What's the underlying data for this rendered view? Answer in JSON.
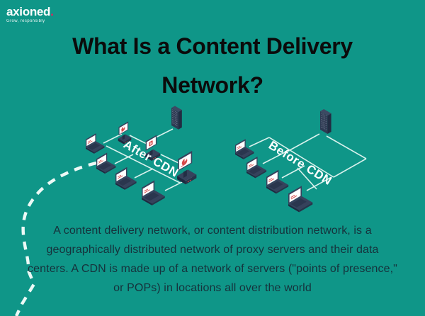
{
  "brand": {
    "name": "axioned",
    "dot": ".",
    "tagline": "Grow, responsibly"
  },
  "title": {
    "line1": "What Is a Content Delivery",
    "line2": "Network?"
  },
  "diagram": {
    "after_label": "After CDN",
    "before_label": "Before CDN",
    "after_devices": {
      "laptops": 4,
      "edge_server_monitors": 3,
      "origin_server_towers": 1
    },
    "before_devices": {
      "laptops": 4,
      "origin_server_towers": 1
    }
  },
  "body": {
    "lines": [
      "A content delivery network, or content distribution network, is a",
      "geographically distributed network of proxy servers and their data",
      "centers. A CDN is made up of a network of servers (\"points of presence,\"",
      "or POPs) in locations all over the world"
    ]
  },
  "icons": {
    "laptop-icon": "isometric laptop with red text lines on white screen",
    "edge-node-icon": "isometric monitor with red pie chart on white screen",
    "download-node-icon": "isometric monitor with red download-arrow badge",
    "origin-server-icon": "isometric dark server tower with dot grid",
    "route-dashed-line": "white dashed curved path to bottom-left corner"
  },
  "colors": {
    "background": "#0F9688",
    "title_text": "#0B0B0B",
    "body_text": "#16323C",
    "device_navy": "#36425C",
    "accent_red": "#D64A4A",
    "network_line": "#E3F6F1",
    "brand_dot_pink": "#E91D5C",
    "label_white": "#FFFFFF"
  }
}
